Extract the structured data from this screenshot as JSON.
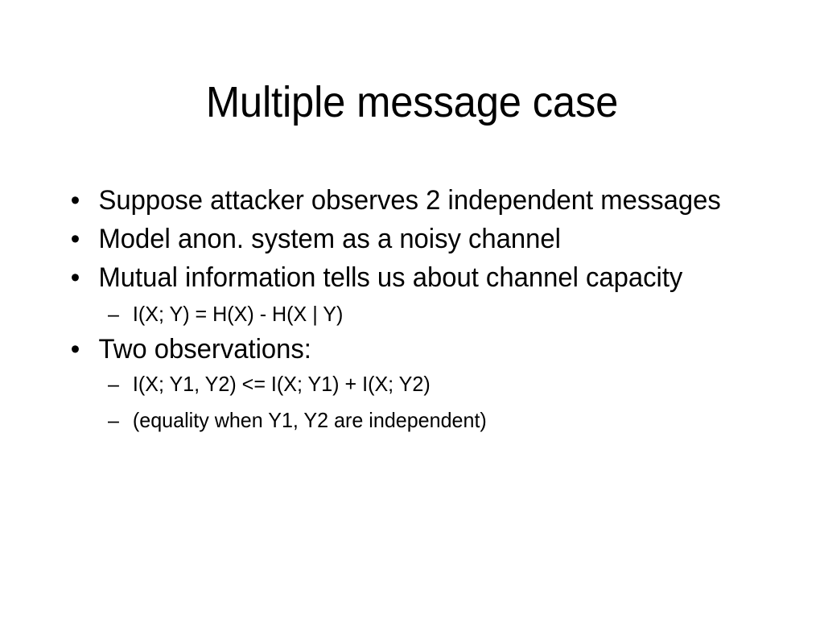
{
  "slide": {
    "title": "Multiple message case",
    "background_color": "#ffffff",
    "text_color": "#000000",
    "level1_marker": "•",
    "level2_marker": "–",
    "bullets": [
      {
        "level": 1,
        "text": "Suppose attacker observes 2 independent messages"
      },
      {
        "level": 1,
        "text": "Model anon. system as a noisy channel"
      },
      {
        "level": 1,
        "text": "Mutual information tells us about channel capacity"
      },
      {
        "level": 2,
        "text": "I(X; Y) = H(X) - H(X | Y)"
      },
      {
        "level": 1,
        "text": "Two observations:"
      },
      {
        "level": 2,
        "text": "I(X; Y1, Y2) <= I(X; Y1) + I(X; Y2)"
      },
      {
        "level": 2,
        "text": "(equality when Y1, Y2 are independent)"
      }
    ]
  }
}
